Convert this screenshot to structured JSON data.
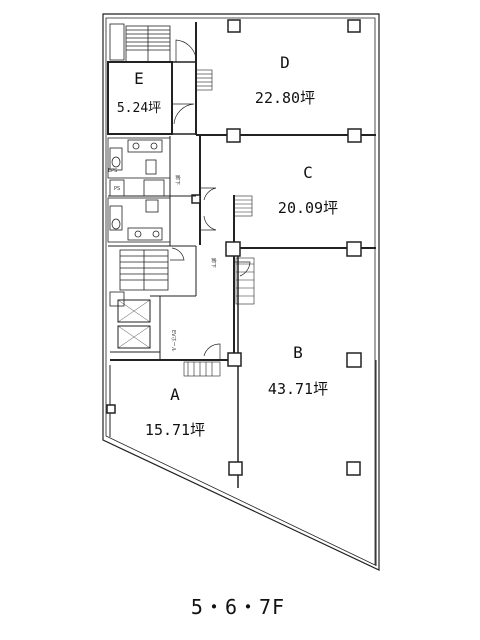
{
  "plan": {
    "units": [
      {
        "id": "D",
        "area": "22.80坪"
      },
      {
        "id": "C",
        "area": "20.09坪"
      },
      {
        "id": "B",
        "area": "43.71坪"
      },
      {
        "id": "A",
        "area": "15.71坪"
      },
      {
        "id": "E",
        "area": "5.24坪"
      }
    ],
    "floor_label": "5・6・7F",
    "small_labels": {
      "corridor": "廊下",
      "corridor_right": "廊下",
      "elevator_hall": "EVホール",
      "eps": "EPS",
      "ps": "PS"
    }
  }
}
